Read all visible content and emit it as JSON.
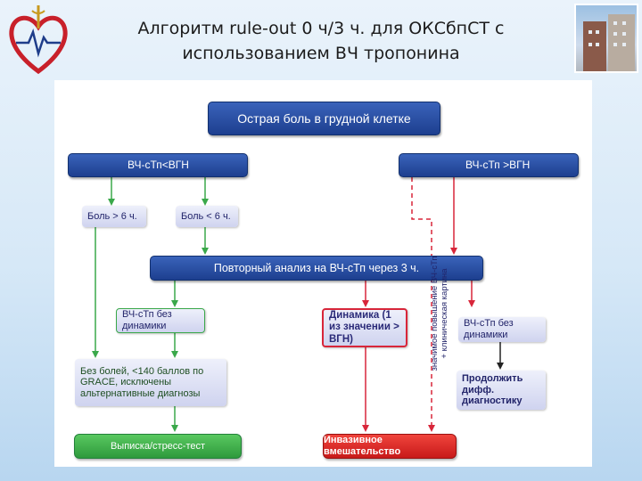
{
  "title": {
    "line1": "Алгоритм rule-out 0 ч/3 ч. для ОКСбпСТ с",
    "line2": "использованием ВЧ тропонина"
  },
  "icons": {
    "logo": "heart-ecg-logo-icon",
    "photo": "hospital-building-photo"
  },
  "colors": {
    "navy": "#1d3f8f",
    "lavender": "#cfd3ef",
    "green_arrow": "#3aa84a",
    "red_arrow": "#d8263a",
    "green_fill": "#2e9a3c",
    "red_fill": "#c81a1a"
  },
  "flow": {
    "start": "Острая боль в грудной клетке",
    "left_branch": "ВЧ-сТп<ВГН",
    "right_branch": "ВЧ-сТп >ВГН",
    "pain_over_6h": "Боль > 6 ч.",
    "pain_under_6h": "Боль < 6 ч.",
    "repeat_test": "Повторный анализ на ВЧ-сТп через 3 ч.",
    "no_dynamics_left": "ВЧ-сТп без динамики",
    "dynamics": "Динамика (1 из значении > ВГН)",
    "no_dynamics_right": "ВЧ-сТп без динамики",
    "low_risk": "Без болей, <140 баллов по GRACE, исключены альтернативные диагнозы",
    "continue_diff": "Продолжить дифф. диагностику",
    "discharge": "Выписка/стресс-тест",
    "invasive": "Инвазивное вмешательство",
    "side_label_1": "значимое повышение ВЧ-сТп",
    "side_label_2": "+ клиническая картина"
  }
}
